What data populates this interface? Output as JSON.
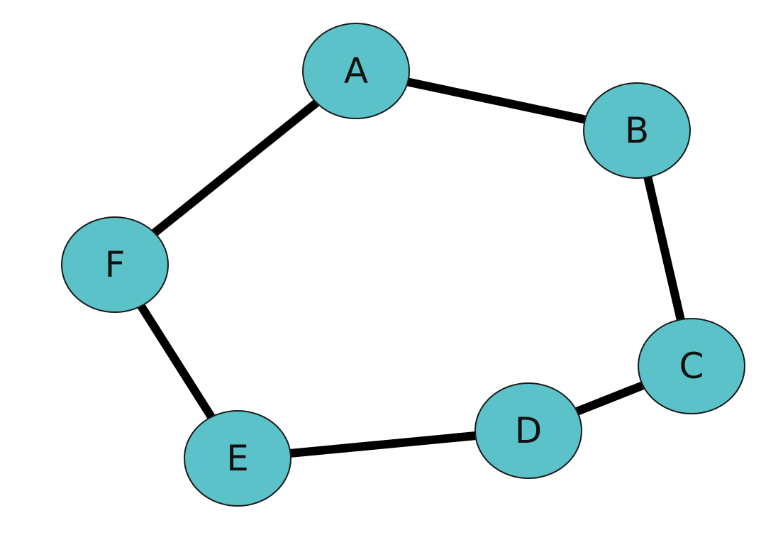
{
  "graph": {
    "colors": {
      "node_fill": "#5bc2c9",
      "node_stroke": "#1a1a1a",
      "edge": "#000000",
      "label": "#111111"
    },
    "nodes": [
      {
        "id": "A",
        "label": "A"
      },
      {
        "id": "B",
        "label": "B"
      },
      {
        "id": "C",
        "label": "C"
      },
      {
        "id": "D",
        "label": "D"
      },
      {
        "id": "E",
        "label": "E"
      },
      {
        "id": "F",
        "label": "F"
      }
    ],
    "edges": [
      {
        "from": "A",
        "to": "B"
      },
      {
        "from": "B",
        "to": "C"
      },
      {
        "from": "C",
        "to": "D"
      },
      {
        "from": "D",
        "to": "E"
      },
      {
        "from": "E",
        "to": "F"
      },
      {
        "from": "F",
        "to": "A"
      }
    ]
  }
}
